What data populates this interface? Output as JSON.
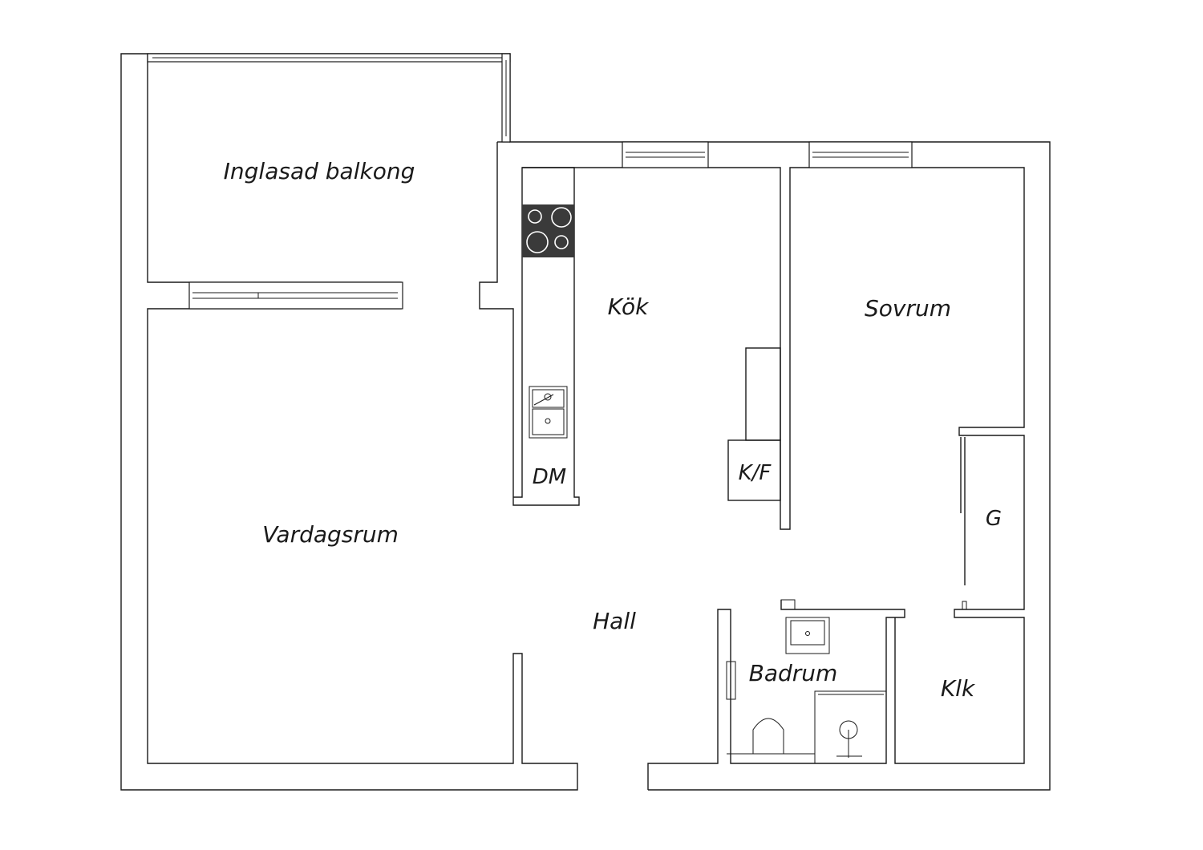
{
  "rooms": {
    "balkong": "Inglasad balkong",
    "kok": "Kök",
    "sovrum": "Sovrum",
    "vardagsrum": "Vardagsrum",
    "hall": "Hall",
    "badrum": "Badrum",
    "klk": "Klk",
    "dm": "DM",
    "kf": "K/F",
    "g": "G"
  },
  "colors": {
    "wall": "#1a1a1a",
    "background": "#ffffff",
    "stove": "#3a3a3a"
  }
}
